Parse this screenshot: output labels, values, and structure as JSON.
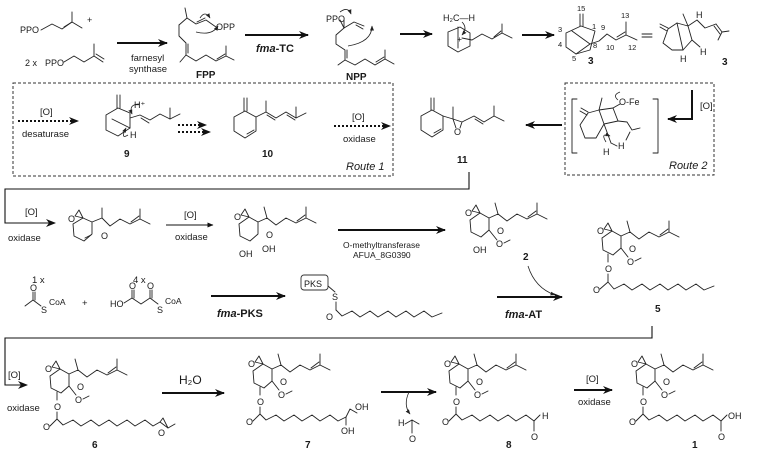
{
  "title": "Proposed biosynthetic pathway of fumagillin",
  "reagents": {
    "dmapp": "PPO",
    "ipp_count": "2 x",
    "ipp": "PPO",
    "plus": "+",
    "acetyl_count": "1 x",
    "malonyl_count": "4 x",
    "coa1": "CoA",
    "coa2": "CoA",
    "s1": "S",
    "s2": "S",
    "ho": "HO",
    "o": "O",
    "acetaldehyde_h": "H",
    "acetaldehyde_o": "O"
  },
  "compounds": {
    "fpp": "FPP",
    "npp": "NPP",
    "c3a": "3",
    "c3b": "3",
    "c9": "9",
    "c10": "10",
    "c11": "11",
    "c2": "2",
    "c5": "5",
    "c6": "6",
    "c7": "7",
    "c8": "8",
    "c1": "1"
  },
  "atoms": {
    "opp": "OPP",
    "ppo": "PPO",
    "h2c_h": "H₂C—H",
    "hplus": "H⁺",
    "h": "H",
    "ofe": "O-Fe",
    "oh": "OH",
    "o": "O",
    "pks": "PKS",
    "cho_h": "H"
  },
  "carbon_numbers": [
    "15",
    "1",
    "3",
    "4",
    "5",
    "8",
    "9",
    "10",
    "13",
    "12"
  ],
  "steps": {
    "farnesyl": [
      "farnesyl",
      "synthase"
    ],
    "fma_tc": {
      "prefix": "fma",
      "suffix": "-TC"
    },
    "desaturase": {
      "top": "[O]",
      "bottom": "desaturase"
    },
    "oxidase_r1": {
      "top": "[O]",
      "bottom": "oxidase"
    },
    "route2_o": "[O]",
    "oxidase_a": {
      "top": "[O]",
      "bottom": "oxidase"
    },
    "oxidase_b": {
      "top": "[O]",
      "bottom": "oxidase"
    },
    "omt": [
      "O-methyltransferase",
      "AFUA_8G0390"
    ],
    "fma_pks": {
      "prefix": "fma",
      "suffix": "-PKS"
    },
    "fma_at": {
      "prefix": "fma",
      "suffix": "-AT"
    },
    "oxidase_c": {
      "top": "[O]",
      "bottom": "oxidase"
    },
    "h2o": "H₂O",
    "oxidase_d": {
      "top": "[O]",
      "bottom": "oxidase"
    }
  },
  "routes": {
    "route1": "Route 1",
    "route2": "Route 2"
  }
}
